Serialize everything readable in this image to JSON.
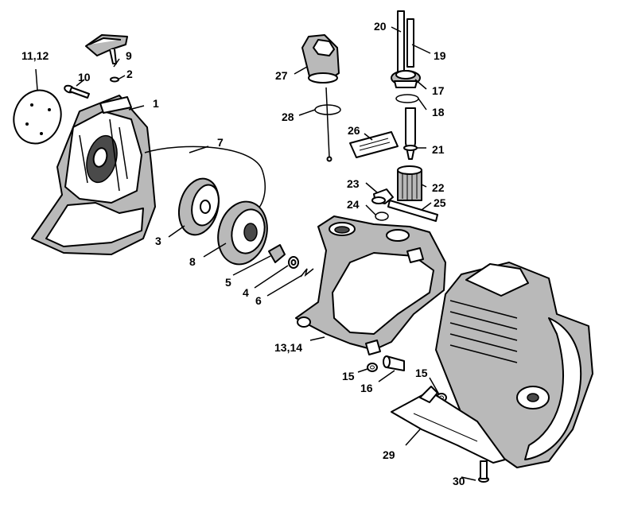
{
  "labels": {
    "l1": "1",
    "l2": "2",
    "l3": "3",
    "l4": "4",
    "l5": "5",
    "l6": "6",
    "l7": "7",
    "l8": "8",
    "l9": "9",
    "l10": "10",
    "l11_12": "11,12",
    "l13_14": "13,14",
    "l15a": "15",
    "l15b": "15",
    "l16": "16",
    "l17": "17",
    "l18": "18",
    "l19": "19",
    "l20": "20",
    "l21": "21",
    "l22": "22",
    "l23": "23",
    "l24": "24",
    "l25": "25",
    "l26": "26",
    "l27": "27",
    "l28": "28",
    "l29": "29",
    "l30": "30"
  }
}
